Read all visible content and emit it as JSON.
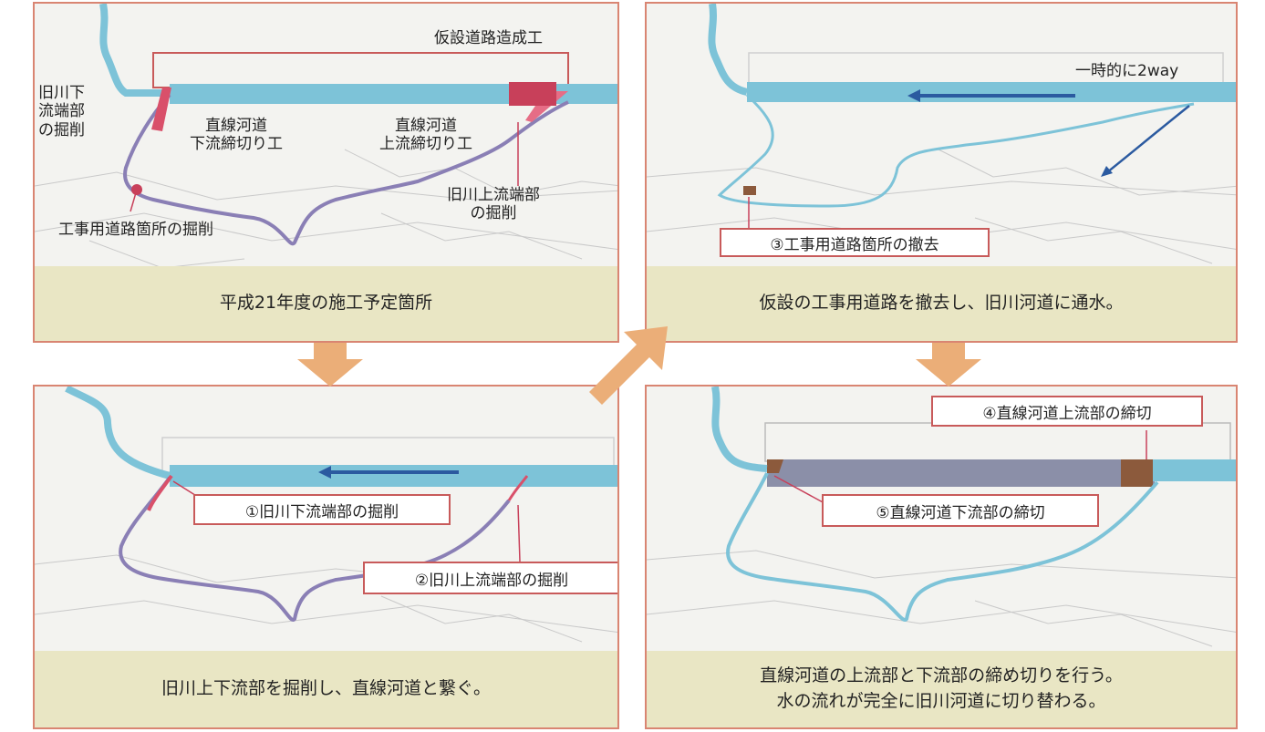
{
  "colors": {
    "river": "#7dc3d8",
    "old_river": "#8a7fb5",
    "excavation": "#d9506a",
    "closure": "#8c5a3c",
    "flow_arrow": "#2b5aa0",
    "caption_bg": "#e9e6c4",
    "panel_border": "#d98572",
    "big_arrow": "#ebae78"
  },
  "panel1": {
    "label_temp_road": "仮設道路造成工",
    "label_old_down_1": "旧川下",
    "label_old_down_2": "流端部",
    "label_old_down_3": "の掘削",
    "label_down_close_1": "直線河道",
    "label_down_close_2": "下流締切り工",
    "label_up_close_1": "直線河道",
    "label_up_close_2": "上流締切り工",
    "label_old_up_1": "旧川上流端部",
    "label_old_up_2": "の掘削",
    "label_road_excav": "工事用道路箇所の掘削",
    "caption": "平成21年度の施工予定箇所"
  },
  "panel2": {
    "label_2way": "一時的に2way",
    "box_remove": "③工事用道路箇所の撤去",
    "caption": "仮設の工事用道路を撤去し、旧川河道に通水。"
  },
  "panel3": {
    "box_excav_down": "①旧川下流端部の掘削",
    "box_excav_up": "②旧川上流端部の掘削",
    "caption": "旧川上下流部を掘削し、直線河道と繋ぐ。"
  },
  "panel4": {
    "box_close_up": "④直線河道上流部の締切",
    "box_close_down": "⑤直線河道下流部の締切",
    "caption_line1": "直線河道の上流部と下流部の締め切りを行う。",
    "caption_line2": "水の流れが完全に旧川河道に切り替わる。"
  }
}
